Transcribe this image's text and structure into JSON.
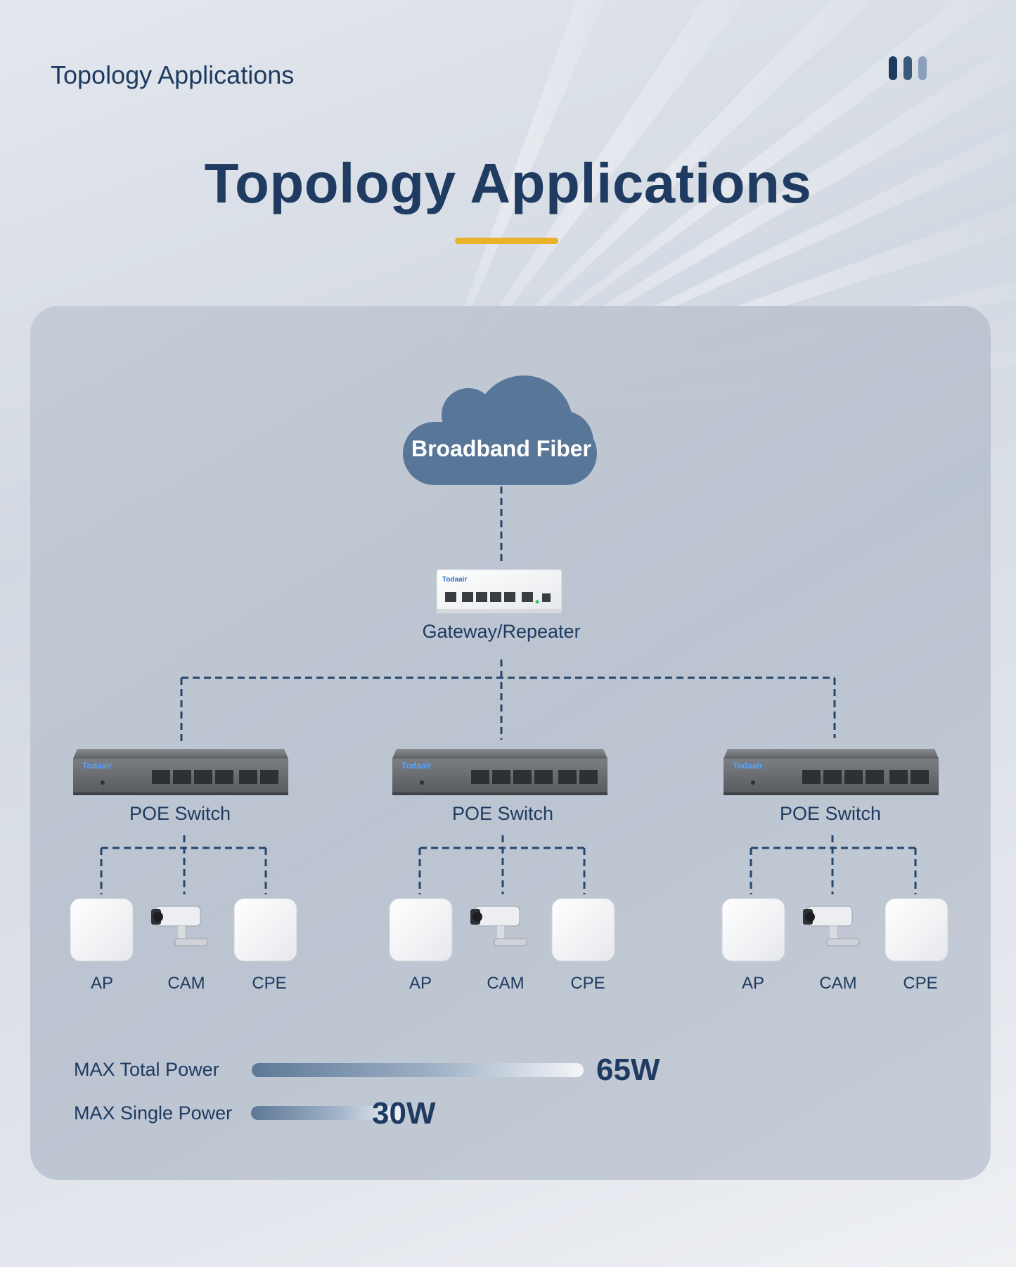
{
  "header": {
    "title": "Topology Applications"
  },
  "main": {
    "title": "Topology Applications"
  },
  "colors": {
    "navy": "#1f3b61",
    "cloud": "#587798",
    "accent": "#eab22a",
    "line": "#26466e"
  },
  "diagram": {
    "cloud_label": "Broadband Fiber",
    "gateway": {
      "label": "Gateway/Repeater",
      "brand": "Todaair"
    },
    "switch_brand": "Todaair",
    "switches": [
      {
        "label": "POE Switch",
        "devices": [
          {
            "label": "AP",
            "icon": "access-point-icon"
          },
          {
            "label": "CAM",
            "icon": "camera-icon"
          },
          {
            "label": "CPE",
            "icon": "cpe-icon"
          }
        ]
      },
      {
        "label": "POE Switch",
        "devices": [
          {
            "label": "AP",
            "icon": "access-point-icon"
          },
          {
            "label": "CAM",
            "icon": "camera-icon"
          },
          {
            "label": "CPE",
            "icon": "cpe-icon"
          }
        ]
      },
      {
        "label": "POE Switch",
        "devices": [
          {
            "label": "AP",
            "icon": "access-point-icon"
          },
          {
            "label": "CAM",
            "icon": "camera-icon"
          },
          {
            "label": "CPE",
            "icon": "cpe-icon"
          }
        ]
      }
    ]
  },
  "power": {
    "total": {
      "label": "MAX Total Power",
      "value": "65W",
      "watts": 65
    },
    "single": {
      "label": "MAX Single Power",
      "value": "30W",
      "watts": 30
    }
  }
}
